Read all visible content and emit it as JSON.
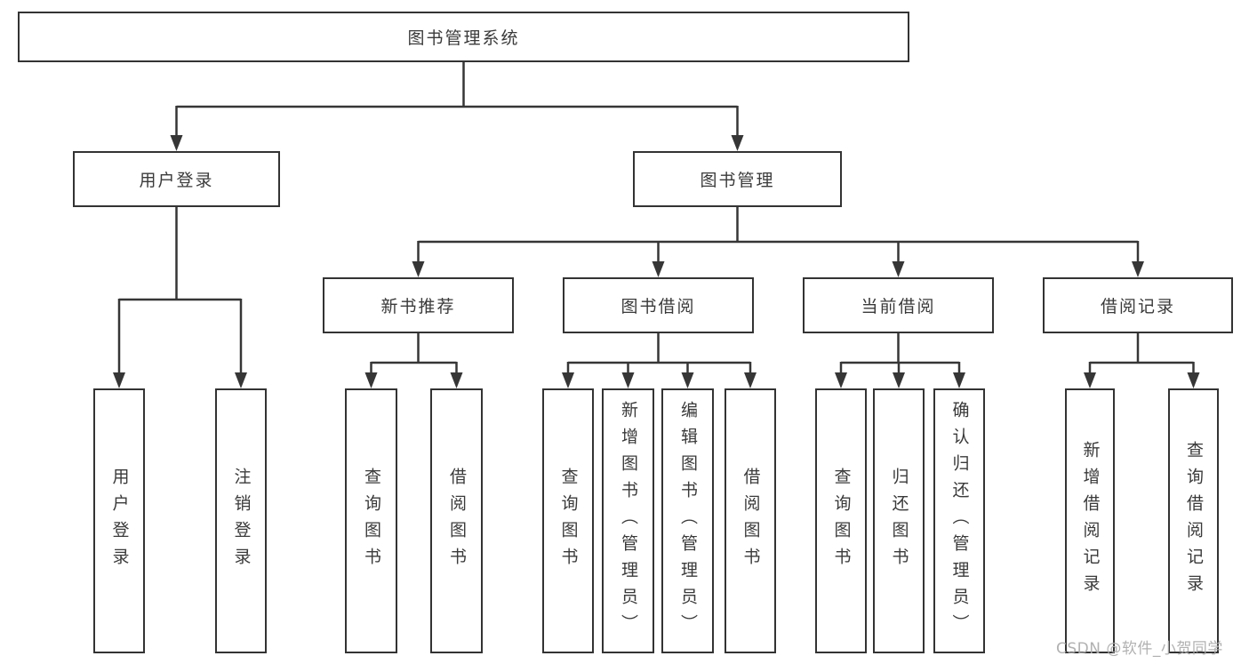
{
  "diagram": {
    "title": "图书管理系统",
    "root": {
      "label": "图书管理系统"
    },
    "level2": [
      {
        "label": "用户登录"
      },
      {
        "label": "图书管理"
      }
    ],
    "level3": [
      {
        "label": "新书推荐"
      },
      {
        "label": "图书借阅"
      },
      {
        "label": "当前借阅"
      },
      {
        "label": "借阅记录"
      }
    ],
    "leaves": {
      "user_login": [
        {
          "label": "用户登录"
        },
        {
          "label": "注销登录"
        }
      ],
      "new_books": [
        {
          "label": "查询图书"
        },
        {
          "label": "借阅图书"
        }
      ],
      "book_borrow": [
        {
          "label": "查询图书"
        },
        {
          "label": "新增图书（管理员）"
        },
        {
          "label": "编辑图书（管理员）"
        },
        {
          "label": "借阅图书"
        }
      ],
      "current_borrow": [
        {
          "label": "查询图书"
        },
        {
          "label": "归还图书"
        },
        {
          "label": "确认归还（管理员）"
        }
      ],
      "borrow_records": [
        {
          "label": "新增借阅记录"
        },
        {
          "label": "查询借阅记录"
        }
      ]
    },
    "colors": {
      "line": "#363636",
      "box_border": "#333333",
      "text": "#3a3a3a",
      "watermark": "#ababab"
    }
  },
  "watermark": {
    "text": "CSDN @软件_小贺同学"
  }
}
